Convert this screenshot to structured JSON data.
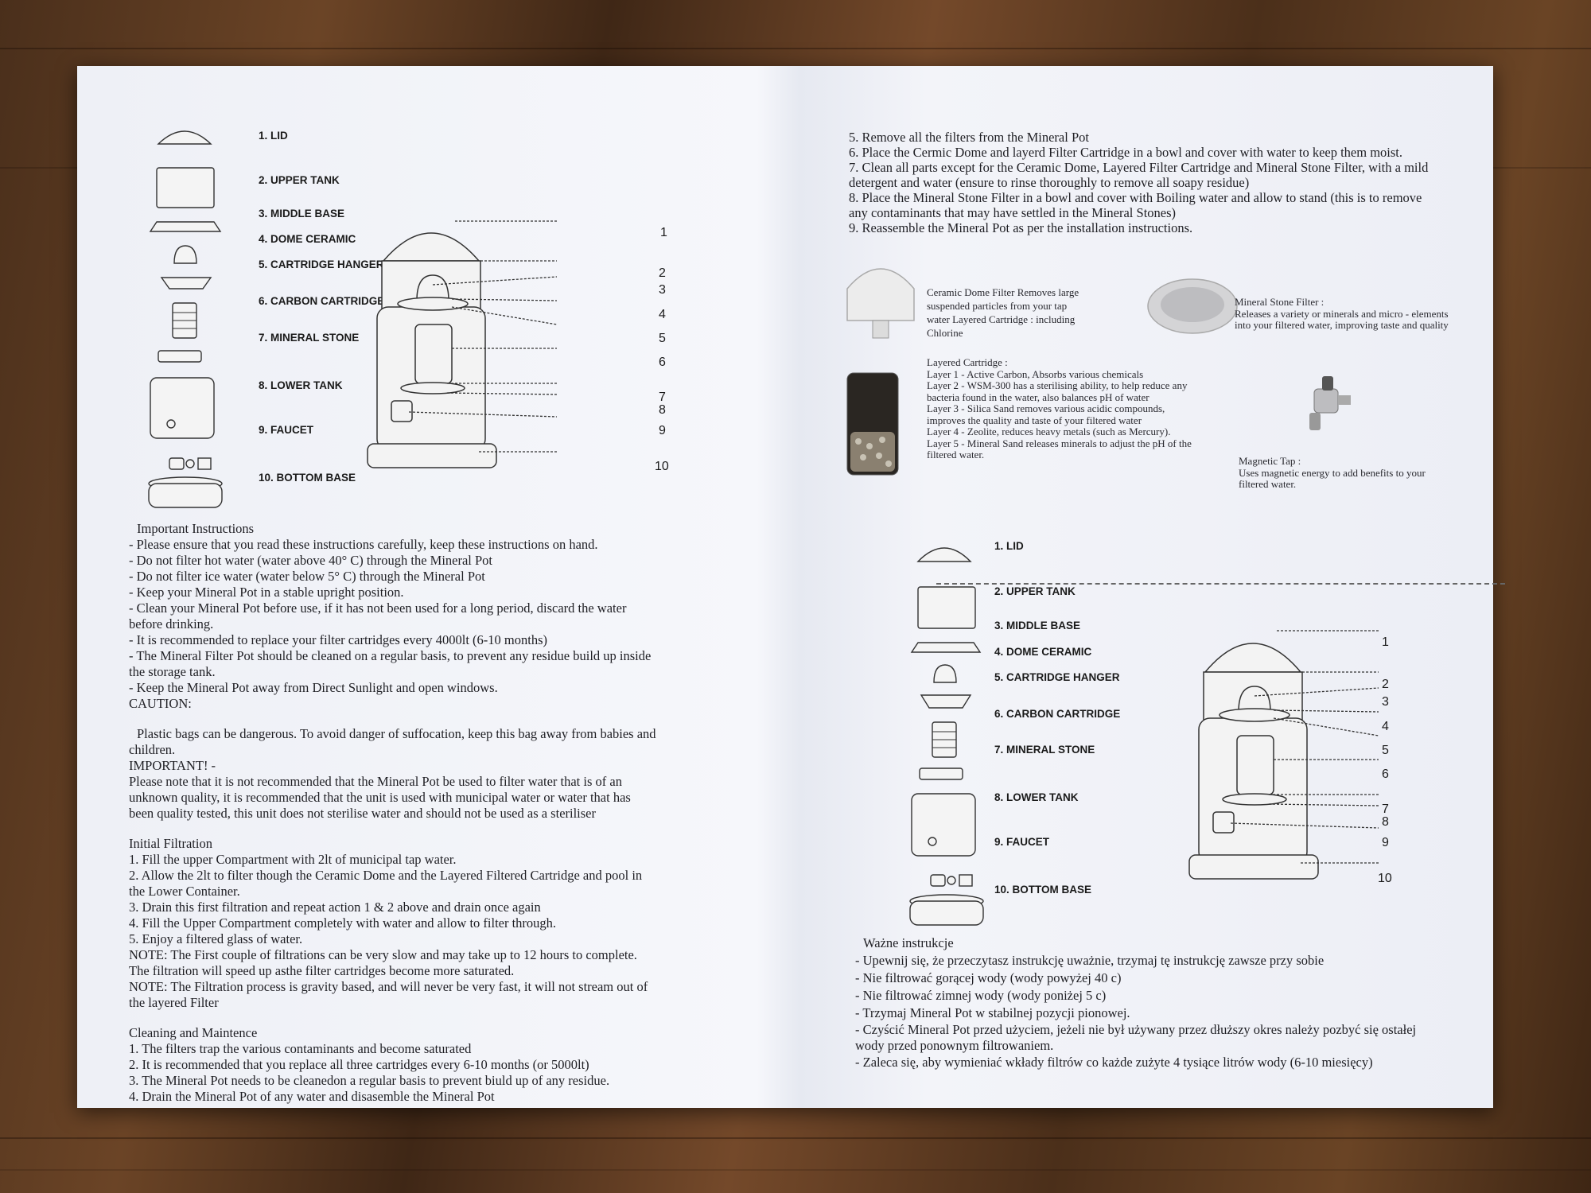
{
  "parts_a": [
    "1. LID",
    "2. UPPER TANK",
    "3. MIDDLE BASE",
    "4. DOME CERAMIC",
    "5. CARTRIDGE HANGER",
    "6. CARBON CARTRIDGE",
    "7. MINERAL STONE",
    "8. LOWER TANK",
    "9. FAUCET",
    "10. BOTTOM BASE"
  ],
  "parts_b": [
    "1. LID",
    "2. UPPER TANK",
    "3. MIDDLE BASE",
    "4. DOME CERAMIC",
    "5. CARTRIDGE HANGER",
    "6. CARBON CARTRIDGE",
    "7. MINERAL STONE",
    "8. LOWER TANK",
    "9. FAUCET",
    "10. BOTTOM BASE"
  ],
  "callouts": [
    "1",
    "2",
    "3",
    "4",
    "5",
    "6",
    "7",
    "8",
    "9",
    "10"
  ],
  "left_column": [
    "Important Instructions",
    "- Please ensure that you read these instructions carefully, keep these instructions on hand.",
    "- Do not filter hot water (water above 40° C) through the Mineral Pot",
    "- Do not filter ice water (water below 5° C) through the Mineral Pot",
    "- Keep your Mineral Pot in a stable upright position.",
    "- Clean your Mineral Pot before use, if it has not been used for a long period, discard the water before drinking.",
    "- It is recommended to replace your filter cartridges every 4000lt (6-10 months)",
    "- The Mineral Filter Pot should be cleaned on a regular basis, to prevent any residue build up inside the storage tank.",
    "- Keep the Mineral Pot away from Direct Sunlight and open windows.",
    "CAUTION:",
    "Plastic bags can be dangerous. To avoid danger of suffocation, keep this bag away from babies and children.",
    "IMPORTANT! -",
    "Please note that it is not recommended that the Mineral Pot be used to filter water that is of an unknown quality, it is recommended that the unit is used with municipal water or water that has been quality tested, this unit does not sterilise water and should not be used as a steriliser",
    "Initial Filtration",
    "1. Fill the upper Compartment with 2lt of municipal tap water.",
    "2. Allow the 2lt to filter though the Ceramic Dome and the Layered Filtered Cartridge and pool in the Lower Container.",
    "3. Drain this first filtration and repeat action 1 & 2 above and drain once again",
    "4. Fill the Upper Compartment completely with water and allow to filter through.",
    "5. Enjoy a filtered glass of water.",
    "NOTE: The First couple of filtrations can be very slow and may take up to 12 hours to complete. The filtration will speed up asthe filter cartridges become more saturated.",
    "NOTE: The Filtration process is gravity based, and will never be very fast, it will not stream out of the layered Filter",
    "Cleaning and Maintence",
    "1. The filters trap the various contaminants and become saturated",
    "2. It is recommended that you replace all three cartridges every 6-10 months (or 5000lt)",
    "3. The Mineral Pot needs to be cleanedon a regular basis to prevent biuld up of any residue.",
    "4. Drain the Mineral Pot of any water and disasemble the Mineral Pot"
  ],
  "right_top": [
    "5. Remove all the filters from the Mineral Pot",
    "6. Place the Cermic Dome and layerd Filter Cartridge in a bowl and cover with water to keep them moist.",
    "7. Clean all parts except for the Ceramic Dome, Layered Filter Cartridge and Mineral Stone Filter, with a mild detergent and water (ensure to rinse thoroughly to remove all soapy residue)",
    "8. Place the Mineral Stone Filter in a bowl and cover with Boiling water and allow to stand (this is to remove any contaminants that may have settled in the Mineral Stones)",
    "9. Reassemble the Mineral Pot as per the installation instructions."
  ],
  "ceramic_desc": "Ceramic Dome Filter Removes large suspended particles from your tap water Layered Cartridge : including Chlorine",
  "mineral_desc": [
    "Mineral Stone Filter :",
    "Releases a variety or minerals and micro - elements into your filtered water, improving taste and quality"
  ],
  "layered": [
    "Layered Cartridge :",
    "Layer 1 - Active Carbon, Absorbs various chemicals",
    "Layer 2 - WSM-300 has a sterilising ability, to help reduce any bacteria found in the water, also balances pH of water",
    "Layer 3 - Silica Sand removes various acidic compounds, improves the quality and taste of your filtered water",
    "Layer 4 - Zeolite, reduces heavy metals (such as Mercury).",
    "Layer 5 - Mineral Sand releases minerals to adjust the pH of the filtered water."
  ],
  "tap_desc": [
    "Magnetic Tap :",
    "Uses magnetic energy to add benefits to your filtered water."
  ],
  "polish": [
    "Ważne instrukcje",
    "- Upewnij się, że przeczytasz instrukcję uważnie, trzymaj tę instrukcję zawsze przy sobie",
    "- Nie filtrować gorącej wody (wody powyżej 40 c)",
    "- Nie filtrować zimnej wody (wody poniżej 5 c)",
    "- Trzymaj Mineral Pot w stabilnej pozycji pionowej.",
    "- Czyścić Mineral Pot przed użyciem, jeżeli nie był używany przez dłuższy okres należy pozbyć się ostałej wody przed ponownym filtrowaniem.",
    "- Zaleca się, aby wymieniać wkłady filtrów co każde zużyte 4 tysiące litrów wody (6-10 miesięcy)"
  ]
}
